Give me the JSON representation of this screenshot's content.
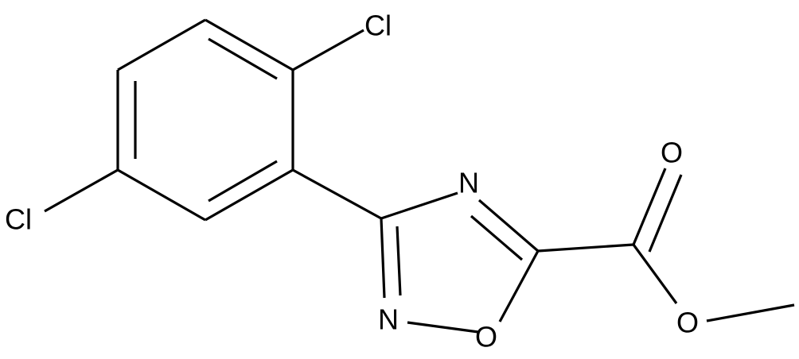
{
  "atoms": {
    "cl_top": "Cl",
    "cl_left": "Cl",
    "n_ring_top": "N",
    "n_ring_bottom": "N",
    "o_ring": "O",
    "o_carbonyl": "O",
    "o_ester": "O"
  }
}
